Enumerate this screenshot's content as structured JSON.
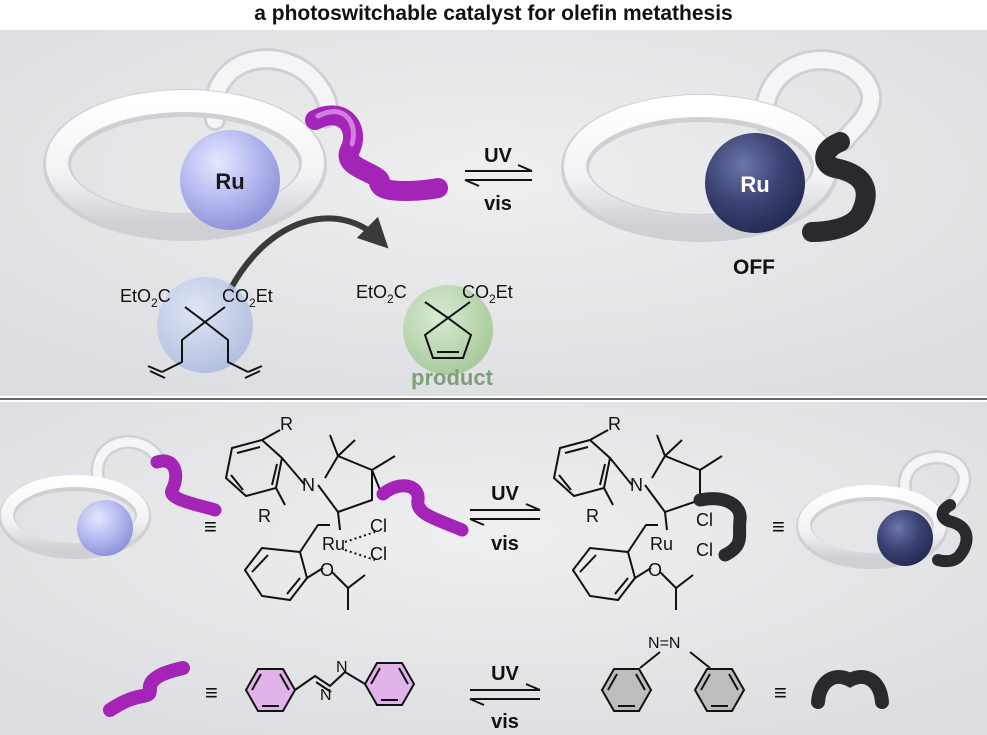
{
  "title": "a photoswitchable catalyst for olefin metathesis",
  "metal": "Ru",
  "state_off": "OFF",
  "product_label": "product",
  "arrows": {
    "forward": "UV",
    "reverse": "vis"
  },
  "equiv": "≡",
  "substrate": {
    "left_ester": "EtO",
    "left_ester_end": "C",
    "right_ester": "CO",
    "right_ester_end": "Et",
    "sub": "2"
  },
  "product": {
    "left_ester": "EtO",
    "left_ester_end": "C",
    "right_ester": "CO",
    "right_ester_end": "Et",
    "sub": "2"
  },
  "catalyst": {
    "R_top": "R",
    "R_bottom": "R",
    "N": "N",
    "Ru": "Ru",
    "Cl1": "Cl",
    "Cl2": "Cl",
    "O": "O"
  },
  "azobenzene": {
    "N1": "N",
    "eq": "=",
    "N2": "N"
  },
  "colors": {
    "ru_on": "#b9bcf2",
    "ru_off": "#3b4272",
    "azo_trans": "#a424b8",
    "azo_cis": "#2a2a2e",
    "product_bubble": "#a9cf9c",
    "substrate_bubble": "#b8c6e6",
    "product_text": "#7f9f78",
    "panel": "#e9eaec"
  }
}
